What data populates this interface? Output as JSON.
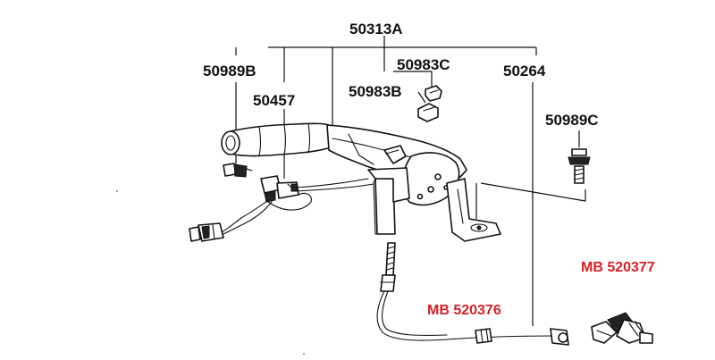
{
  "labels": {
    "assembly": "50313A",
    "bolt_left": "50989B",
    "nut_c": "50983C",
    "cable": "50264",
    "nut_b": "50983B",
    "switch": "50457",
    "bolt_right": "50989C",
    "part_number_1": "MB 520376",
    "part_number_2": "MB 520377"
  },
  "colors": {
    "line_art": "#111111",
    "highlight_text": "#d81f26"
  }
}
